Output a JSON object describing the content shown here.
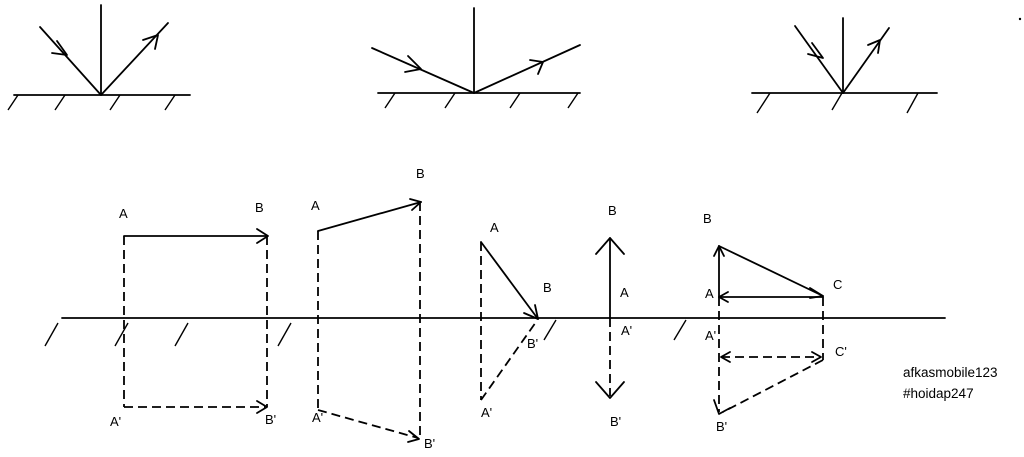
{
  "labels": {
    "f1_A": "A",
    "f1_B": "B",
    "f1_A2": "A'",
    "f1_B2": "B'",
    "f2_A": "A",
    "f2_B": "B",
    "f2_A2": "A'",
    "f2_B2": "B'",
    "f3_A": "A",
    "f3_B": "B",
    "f3_A2": "A'",
    "f3_B2": "B'",
    "f4_B": "B",
    "f4_A": "A",
    "f4_A2": "A'",
    "f4_B2": "B'",
    "f5_B": "B",
    "f5_A": "A",
    "f5_C": "C",
    "f5_A2": "A'",
    "f5_C2": "C'",
    "f5_B2": "B'"
  },
  "watermark": {
    "line1": "afkasmobile123",
    "line2": "#hoidap247"
  }
}
